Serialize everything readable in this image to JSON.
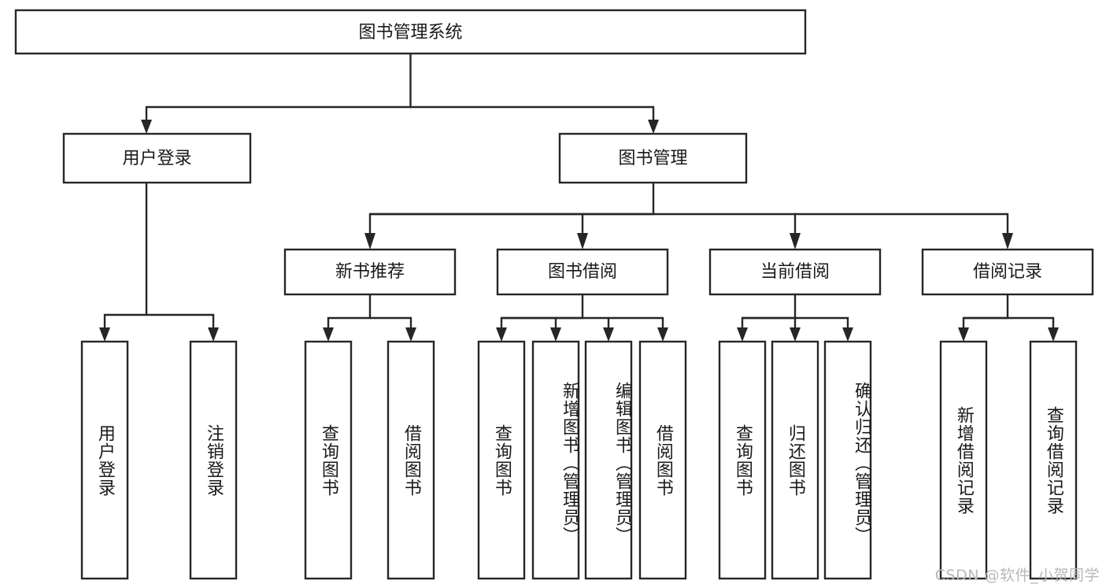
{
  "diagram": {
    "type": "tree-hierarchy",
    "orientation": "top-down",
    "root": {
      "id": "root",
      "label": "图书管理系统"
    },
    "level2": [
      {
        "id": "user-login",
        "label": "用户登录"
      },
      {
        "id": "book-manage",
        "label": "图书管理"
      }
    ],
    "level3": [
      {
        "id": "new-book-rec",
        "label": "新书推荐",
        "parent": "book-manage"
      },
      {
        "id": "book-borrow",
        "label": "图书借阅",
        "parent": "book-manage"
      },
      {
        "id": "current-borrow",
        "label": "当前借阅",
        "parent": "book-manage"
      },
      {
        "id": "borrow-record",
        "label": "借阅记录",
        "parent": "book-manage"
      }
    ],
    "leaves": {
      "user-login": [
        {
          "id": "leaf-user-login",
          "label": "用户登录"
        },
        {
          "id": "leaf-logout",
          "label": "注销登录"
        }
      ],
      "new-book-rec": [
        {
          "id": "leaf-query-book-1",
          "label": "查询图书"
        },
        {
          "id": "leaf-borrow-book-1",
          "label": "借阅图书"
        }
      ],
      "book-borrow": [
        {
          "id": "leaf-query-book-2",
          "label": "查询图书"
        },
        {
          "id": "leaf-add-book",
          "label": "新增图书（管理员）"
        },
        {
          "id": "leaf-edit-book",
          "label": "编辑图书（管理员）"
        },
        {
          "id": "leaf-borrow-book-2",
          "label": "借阅图书"
        }
      ],
      "current-borrow": [
        {
          "id": "leaf-query-book-3",
          "label": "查询图书"
        },
        {
          "id": "leaf-return-book",
          "label": "归还图书"
        },
        {
          "id": "leaf-confirm-return",
          "label": "确认归还（管理员）"
        }
      ],
      "borrow-record": [
        {
          "id": "leaf-add-record",
          "label": "新增借阅记录"
        },
        {
          "id": "leaf-query-record",
          "label": "查询借阅记录"
        }
      ]
    },
    "colors": {
      "box_stroke": "#262626",
      "box_fill": "#ffffff",
      "text": "#1a1a1a",
      "background": "#ffffff",
      "watermark": "#b8b8b8"
    }
  },
  "watermark": {
    "text": "CSDN @软件_小贺同学"
  }
}
